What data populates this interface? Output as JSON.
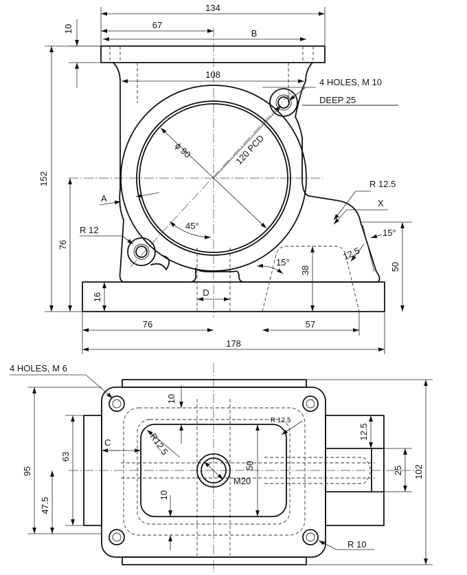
{
  "front_view": {
    "dims": {
      "overall_width": "134",
      "left_half": "67",
      "flange_thickness": "10",
      "right_part": "B",
      "inner_width": "108",
      "bore_diameter": "ϕ 90",
      "pcd": "120 PCD",
      "angle": "45°",
      "overall_height": "152",
      "center_height": "76",
      "base_thickness": "16",
      "base_left": "76",
      "base_overall": "178",
      "slot_width": "D",
      "pocket_width": "57",
      "pocket_height": "38",
      "rib_height": "50",
      "draft_angle_1": "15°",
      "draft_angle_2": "15°",
      "fillet_rib": "12.5",
      "radius_r12": "R 12",
      "radius_r125": "R 12.5",
      "section_a": "A",
      "section_x": "X"
    },
    "notes": {
      "holes_line1": "4 HOLES, M 10",
      "holes_line2": "DEEP 25"
    }
  },
  "top_view": {
    "dims": {
      "holes_note": "4 HOLES, M 6",
      "offset_10_top": "10",
      "offset_10_bottom": "10",
      "corner_radius": "R12.5",
      "slot_radius": "R 12.5",
      "inner_height": "50",
      "center_hole": "M20",
      "chamfer_c": "C",
      "depth_63": "63",
      "overall_95": "95",
      "half_475": "47.5",
      "boss_125": "12.5",
      "boss_25": "25",
      "overall_102": "102",
      "corner_r10": "R 10"
    }
  }
}
